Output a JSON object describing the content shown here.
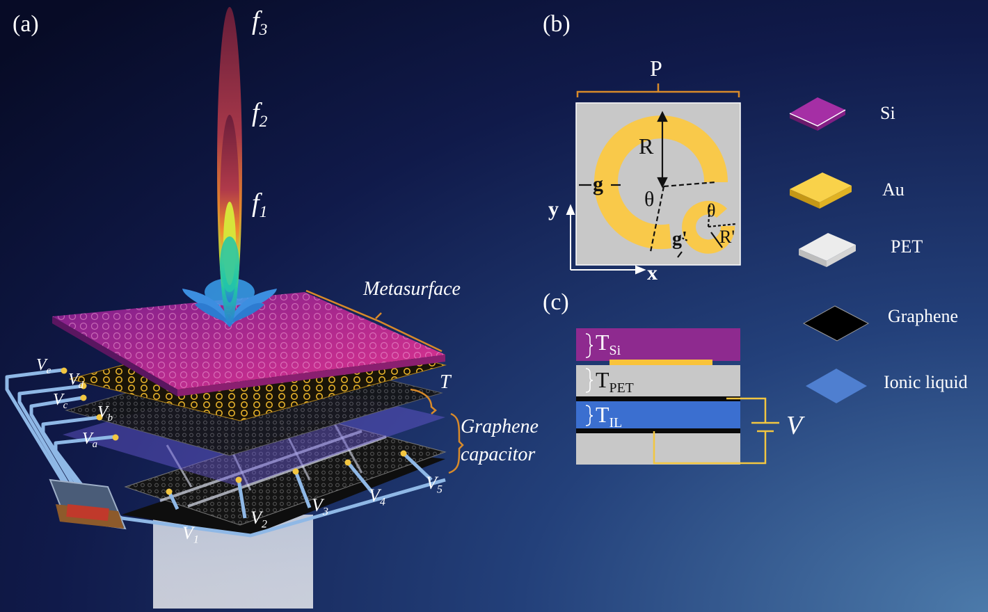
{
  "panels": {
    "a": "(a)",
    "b": "(b)",
    "c": "(c)"
  },
  "panel_a": {
    "freq_labels": [
      {
        "main": "f",
        "sub": "3"
      },
      {
        "main": "f",
        "sub": "2"
      },
      {
        "main": "f",
        "sub": "1"
      }
    ],
    "metasurface_label": "Metasurface",
    "t_label": "T",
    "graphene_label_line1": "Graphene",
    "graphene_label_line2": "capacitor",
    "column_voltages": [
      {
        "main": "V",
        "sub": "1"
      },
      {
        "main": "V",
        "sub": "2"
      },
      {
        "main": "V",
        "sub": "3"
      },
      {
        "main": "V",
        "sub": "4"
      },
      {
        "main": "V",
        "sub": "5"
      }
    ],
    "row_voltages": [
      {
        "main": "V",
        "sub": "e"
      },
      {
        "main": "V",
        "sub": "d"
      },
      {
        "main": "V",
        "sub": "c"
      },
      {
        "main": "V",
        "sub": "b"
      },
      {
        "main": "V",
        "sub": "a"
      }
    ]
  },
  "panel_b": {
    "P": "P",
    "R": "R",
    "g": "g",
    "theta": "θ",
    "theta2": "θ",
    "g2": "g'",
    "R2": "R'",
    "x": "x",
    "y": "y"
  },
  "panel_c": {
    "layers": [
      {
        "main": "T",
        "sub": "Si"
      },
      {
        "main": "T",
        "sub": "PET"
      },
      {
        "main": "T",
        "sub": "IL"
      }
    ],
    "voltage": "V"
  },
  "legend": [
    {
      "label": "Si",
      "color": "#9a2a9c"
    },
    {
      "label": "Au",
      "color": "#f7d04a"
    },
    {
      "label": "PET",
      "color": "#e6e6e6"
    },
    {
      "label": "Graphene",
      "color": "#000000"
    },
    {
      "label": "Ionic liquid",
      "color": "#4f7fd0"
    }
  ],
  "colors": {
    "background_dark": "#0c1235",
    "background_light": "#4c7aaa",
    "si": "#8e2a8f",
    "au": "#f9c33a",
    "pet": "#c8c8c8",
    "graphene": "#0a0a0a",
    "ionic_liquid": "#3b6fd0",
    "bracket": "#d88a2a"
  }
}
